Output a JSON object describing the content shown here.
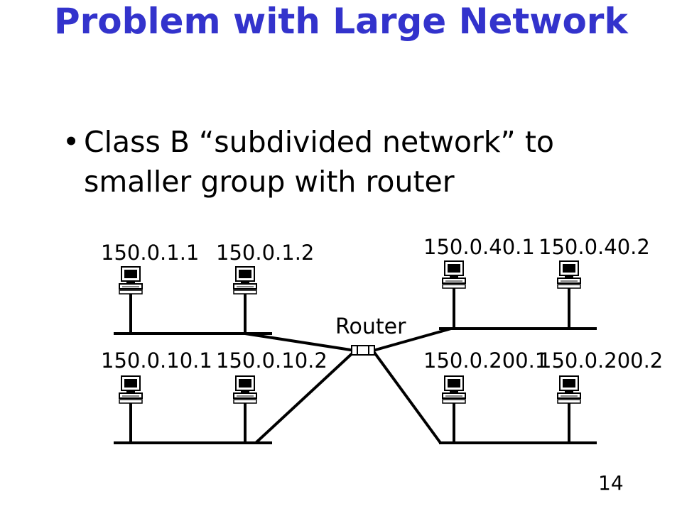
{
  "slide": {
    "title": "Problem with Large Network",
    "bullets": [
      {
        "marker": "•",
        "text": "Class B “subdivided network” to smaller group with router"
      }
    ],
    "page_number": "14"
  },
  "diagram": {
    "router_label": "Router",
    "networks": [
      {
        "id": "net-1",
        "hosts": [
          "150.0.1.1",
          "150.0.1.2"
        ]
      },
      {
        "id": "net-10",
        "hosts": [
          "150.0.10.1",
          "150.0.10.2"
        ]
      },
      {
        "id": "net-40",
        "hosts": [
          "150.0.40.1",
          "150.0.40.2"
        ]
      },
      {
        "id": "net-200",
        "hosts": [
          "150.0.200.1",
          "150.0.200.2"
        ]
      }
    ]
  }
}
